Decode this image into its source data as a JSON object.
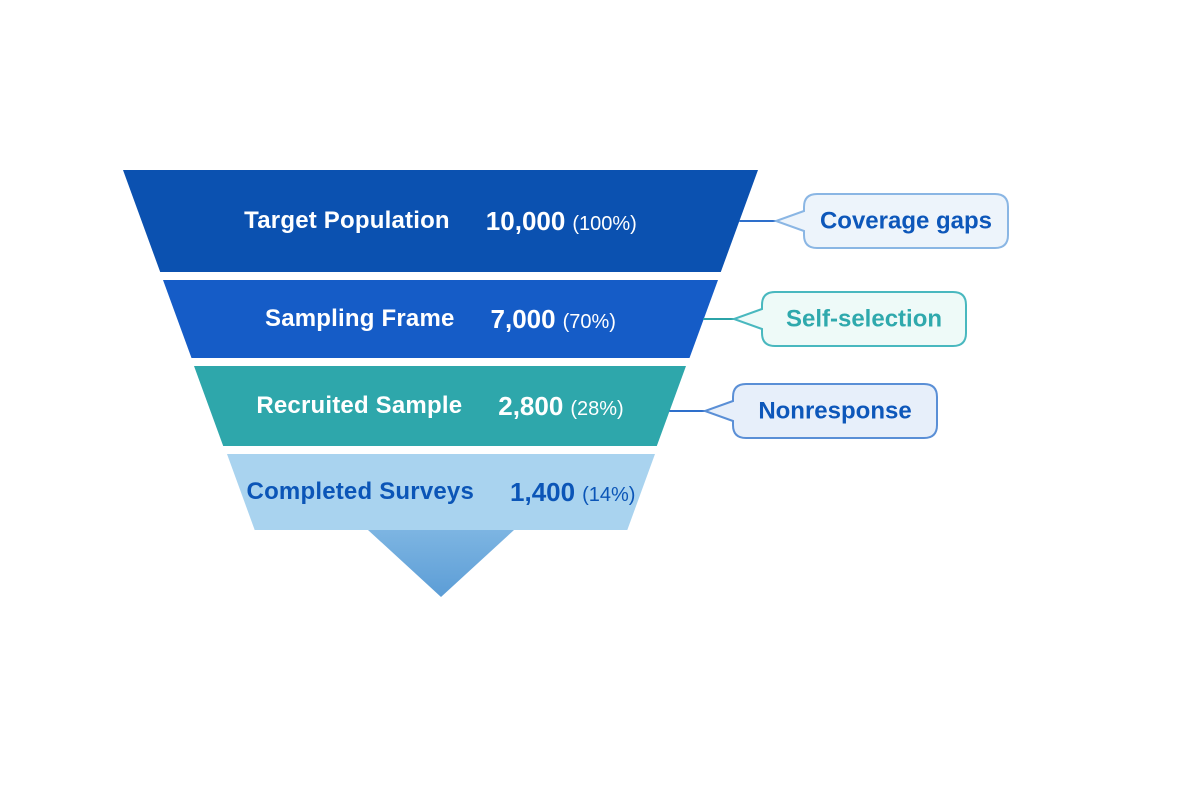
{
  "chart_data": {
    "type": "funnel",
    "title": "",
    "categories": [
      "Target Population",
      "Sampling Frame",
      "Recruited Sample",
      "Completed Surveys"
    ],
    "values": [
      10000,
      7000,
      2800,
      1400
    ],
    "percents": [
      100,
      70,
      28,
      14
    ],
    "stages": [
      {
        "label": "Target Population",
        "value": "10,000",
        "percent": "(100%)",
        "color": "#0b51b0",
        "text_color": "#ffffff"
      },
      {
        "label": "Sampling Frame",
        "value": "7,000",
        "percent": "(70%)",
        "color": "#155cc7",
        "text_color": "#ffffff"
      },
      {
        "label": "Recruited Sample",
        "value": "2,800",
        "percent": "(28%)",
        "color": "#2ea7ab",
        "text_color": "#ffffff"
      },
      {
        "label": "Completed Surveys",
        "value": "1,400",
        "percent": "(14%)",
        "color": "#a9d3ef",
        "text_color": "#0b55b7"
      }
    ],
    "callouts": [
      {
        "label": "Coverage gaps",
        "text_color": "#0d57ba",
        "border": "#8ab6e4",
        "fill": "#edf4fb",
        "line": "#2e6fcb"
      },
      {
        "label": "Self-selection",
        "text_color": "#2fa9ad",
        "border": "#49b8bf",
        "fill": "#eefaf8",
        "line": "#2ba3a8"
      },
      {
        "label": "Nonresponse",
        "text_color": "#0d57ba",
        "border": "#5a8fd6",
        "fill": "#e7effa",
        "line": "#2e6fcb"
      }
    ],
    "tip_gradient": [
      "#7db5e2",
      "#5c9dd6"
    ],
    "background": "#ffffff"
  }
}
